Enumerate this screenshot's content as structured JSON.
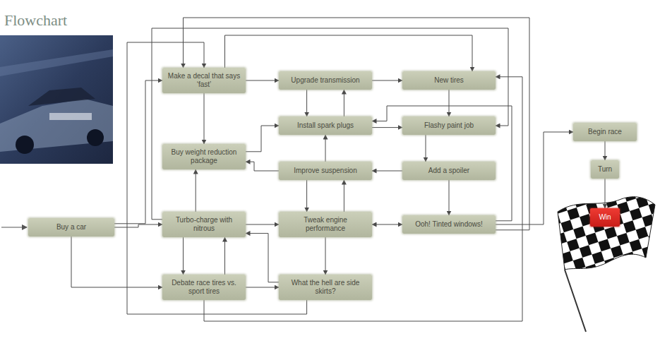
{
  "diagram": {
    "title": "Flowchart",
    "nodes": [
      {
        "text": [
          "Buy a car"
        ]
      },
      {
        "text": [
          "Make a decal that says ‘fast’"
        ]
      },
      {
        "text": [
          "Buy weight reduction package"
        ]
      },
      {
        "text": [
          "Turbo-charge with nitrous"
        ]
      },
      {
        "text": [
          "Debate race tires vs. sport tires"
        ]
      },
      {
        "text": [
          "Upgrade transmission"
        ]
      },
      {
        "text": [
          "Install spark plugs"
        ]
      },
      {
        "text": [
          "Improve suspension"
        ]
      },
      {
        "text": [
          "Tweak engine performance"
        ]
      },
      {
        "text": [
          "What the hell are side skirts?"
        ]
      },
      {
        "text": [
          "New tires"
        ]
      },
      {
        "text": [
          "Flashy paint job"
        ]
      },
      {
        "text": [
          "Add a spoiler"
        ]
      },
      {
        "text": [
          "Ooh! Tinted windows!"
        ]
      },
      {
        "text": [
          "Begin race"
        ]
      },
      {
        "text": [
          "Turn"
        ]
      },
      {
        "text": [
          "Win"
        ]
      }
    ],
    "edges": [
      {
        "from": 0,
        "to": 3,
        "arrow": "to"
      },
      {
        "from": 0,
        "to": 1,
        "arrow": "to"
      },
      {
        "from": 0,
        "to": 4,
        "arrow": "to"
      },
      {
        "from": 1,
        "to": 5,
        "arrow": "to"
      },
      {
        "from": 5,
        "to": 10,
        "arrow": "to"
      },
      {
        "from": 6,
        "to": 11,
        "arrow": "to"
      },
      {
        "from": 12,
        "to": 7,
        "arrow": "to"
      },
      {
        "from": 8,
        "to": 13,
        "arrow": "both"
      },
      {
        "from": 3,
        "to": 8,
        "arrow": "to"
      },
      {
        "from": 8,
        "to": 9,
        "arrow": "to"
      },
      {
        "from": 3,
        "to": 4,
        "arrow": "to"
      },
      {
        "from": 4,
        "to": 3,
        "arrow": "to"
      },
      {
        "from": 3,
        "to": 2,
        "arrow": "to"
      },
      {
        "from": 1,
        "to": 2,
        "arrow": "to"
      },
      {
        "from": 7,
        "to": 8,
        "arrow": "to"
      },
      {
        "from": 8,
        "to": 7,
        "arrow": "to"
      },
      {
        "from": 7,
        "to": 6,
        "arrow": "to"
      },
      {
        "from": 5,
        "to": 6,
        "arrow": "to"
      },
      {
        "from": 6,
        "to": 5,
        "arrow": "to"
      },
      {
        "from": 10,
        "to": 11,
        "arrow": "to"
      },
      {
        "from": 12,
        "to": 13,
        "arrow": "to"
      },
      {
        "from": 11,
        "to": 12,
        "arrow": "to"
      },
      {
        "from": 13,
        "to": 14,
        "arrow": "to"
      },
      {
        "from": 14,
        "to": 15,
        "arrow": "to"
      },
      {
        "from": 15,
        "to": 16,
        "arrow": "to"
      },
      {
        "from": 4,
        "to": 10,
        "arrow": "to"
      },
      {
        "from": 3,
        "to": 11,
        "arrow": "to"
      },
      {
        "from": 9,
        "to": 1,
        "arrow": "to"
      },
      {
        "from": 13,
        "to": 6,
        "arrow": "to"
      },
      {
        "from": 2,
        "to": 6,
        "arrow": "to"
      },
      {
        "from": 7,
        "to": 2,
        "arrow": "to"
      },
      {
        "from": 9,
        "to": 3,
        "arrow": "to"
      },
      {
        "from": 4,
        "to": 9,
        "arrow": "to"
      },
      {
        "from": 1,
        "to": 10,
        "arrow": "to"
      },
      {
        "from": 13,
        "to": 1,
        "arrow": "to"
      }
    ]
  }
}
